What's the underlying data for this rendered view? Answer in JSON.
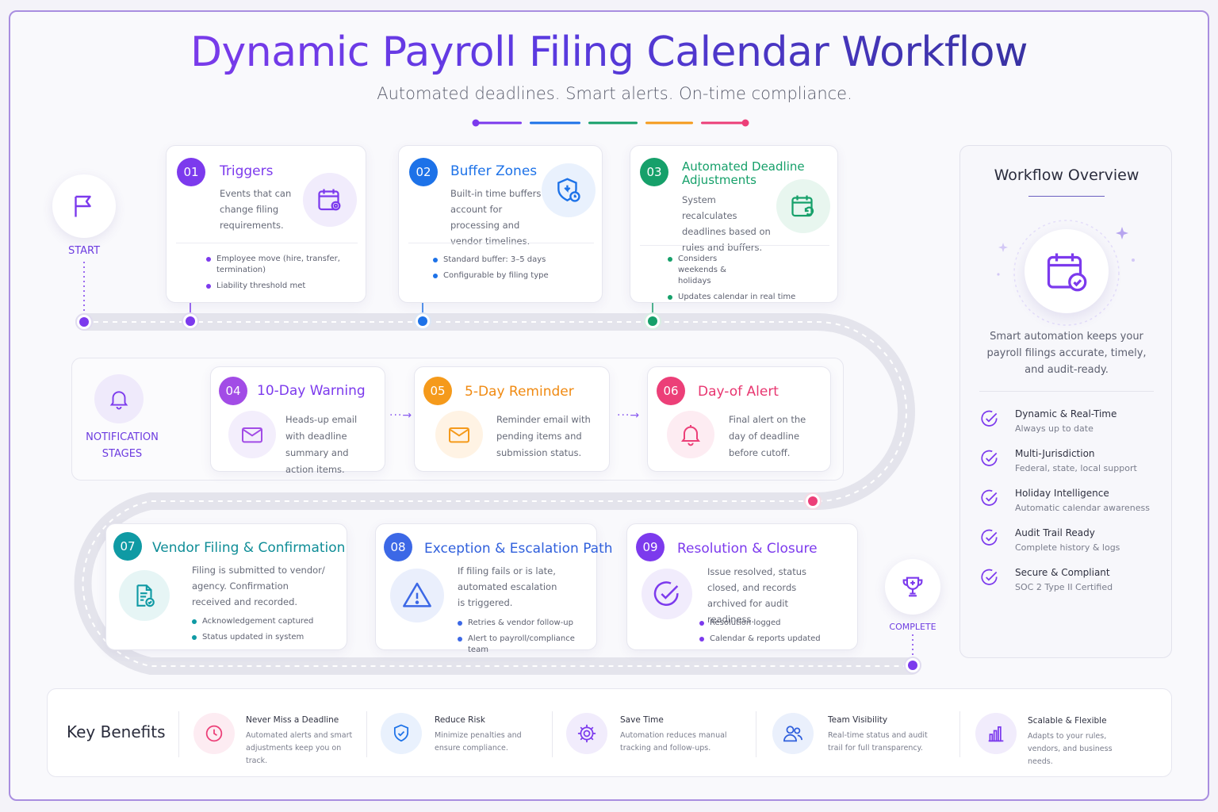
{
  "header": {
    "title": "Dynamic Payroll Filing Calendar Workflow",
    "subtitle": "Automated deadlines. Smart alerts. On-time compliance."
  },
  "colors": {
    "purple": "#7c3aed",
    "blue": "#1d72e8",
    "green": "#16a06a",
    "orange": "#f59a1b",
    "pink": "#ec3f78",
    "teal": "#0f9aa4"
  },
  "labels": {
    "start": "START",
    "notification": "NOTIFICATION STAGES",
    "complete": "COMPLETE"
  },
  "steps": [
    {
      "num": "01",
      "title": "Triggers",
      "desc": "Events that can change filing requirements.",
      "bullets": [
        "Employee move (hire, transfer, termination)",
        "Liability threshold met"
      ],
      "icon": "calendar-gear-icon"
    },
    {
      "num": "02",
      "title": "Buffer Zones",
      "desc": "Built-in time buffers account for processing and vendor timelines.",
      "bullets": [
        "Standard buffer: 3–5 days",
        "Configurable by filing type"
      ],
      "icon": "shield-clock-icon"
    },
    {
      "num": "03",
      "title": "Automated Deadline Adjustments",
      "desc": "System recalculates deadlines based on rules and buffers.",
      "bullets": [
        "Considers weekends & holidays",
        "Updates calendar in real time"
      ],
      "icon": "calendar-refresh-icon"
    },
    {
      "num": "04",
      "title": "10-Day Warning",
      "desc": "Heads-up email with deadline summary and action items.",
      "icon": "envelope-icon"
    },
    {
      "num": "05",
      "title": "5-Day Reminder",
      "desc": "Reminder email with pending items and submission status.",
      "icon": "envelope-icon"
    },
    {
      "num": "06",
      "title": "Day-of Alert",
      "desc": "Final alert on the day of deadline before cutoff.",
      "icon": "bell-icon"
    },
    {
      "num": "07",
      "title": "Vendor Filing & Confirmation",
      "desc": "Filing is submitted to vendor/ agency. Confirmation received and recorded.",
      "bullets": [
        "Acknowledgement captured",
        "Status updated in system"
      ],
      "icon": "document-check-icon"
    },
    {
      "num": "08",
      "title": "Exception & Escalation Path",
      "desc": "If filing fails or is late, automated escalation is triggered.",
      "bullets": [
        "Retries & vendor follow-up",
        "Alert to payroll/compliance team"
      ],
      "icon": "warning-icon"
    },
    {
      "num": "09",
      "title": "Resolution & Closure",
      "desc": "Issue resolved, status closed, and records archived for audit readiness.",
      "bullets": [
        "Resolution logged",
        "Calendar & reports updated"
      ],
      "icon": "check-circle-icon"
    }
  ],
  "overview": {
    "title": "Workflow Overview",
    "desc": "Smart automation keeps your payroll filings accurate, timely, and audit-ready.",
    "features": [
      {
        "title": "Dynamic & Real-Time",
        "sub": "Always up to date"
      },
      {
        "title": "Multi-Jurisdiction",
        "sub": "Federal, state, local support"
      },
      {
        "title": "Holiday Intelligence",
        "sub": "Automatic calendar awareness"
      },
      {
        "title": "Audit Trail Ready",
        "sub": "Complete history & logs"
      },
      {
        "title": "Secure & Compliant",
        "sub": "SOC 2 Type II Certified"
      }
    ]
  },
  "benefits": {
    "title": "Key Benefits",
    "items": [
      {
        "title": "Never Miss a Deadline",
        "desc": "Automated alerts and smart adjustments keep you on track.",
        "icon": "clock-icon"
      },
      {
        "title": "Reduce Risk",
        "desc": "Minimize penalties and ensure compliance.",
        "icon": "shield-check-icon"
      },
      {
        "title": "Save Time",
        "desc": "Automation reduces manual tracking and follow-ups.",
        "icon": "gear-icon"
      },
      {
        "title": "Team Visibility",
        "desc": "Real-time status and audit trail for full transparency.",
        "icon": "users-icon"
      },
      {
        "title": "Scalable & Flexible",
        "desc": "Adapts to your rules, vendors, and business needs.",
        "icon": "bar-chart-icon"
      }
    ]
  }
}
